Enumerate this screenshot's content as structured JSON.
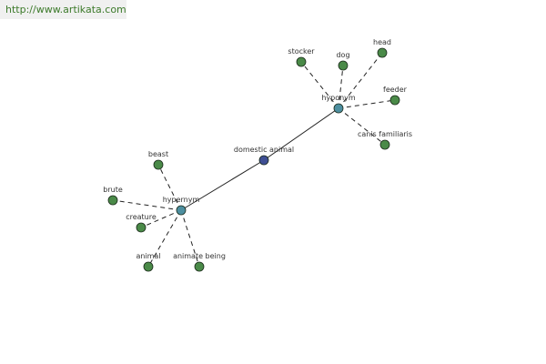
{
  "site": {
    "url_text": "http://www.artikata.com"
  },
  "colors": {
    "center_node": "#3f4f94",
    "relation_node": "#4d8fa0",
    "leaf_node": "#4a8a48",
    "edge": "#222222",
    "link": "#3c7a2a"
  },
  "graph": {
    "center": {
      "id": "domestic-animal",
      "label": "domestic animal"
    },
    "relations": [
      {
        "id": "hyponym",
        "label": "hyponym",
        "leaves": [
          "stocker",
          "dog",
          "head",
          "feeder",
          "canis familiaris"
        ]
      },
      {
        "id": "hypernym",
        "label": "hypernym",
        "leaves": [
          "beast",
          "brute",
          "creature",
          "animal",
          "animate being"
        ]
      }
    ]
  }
}
